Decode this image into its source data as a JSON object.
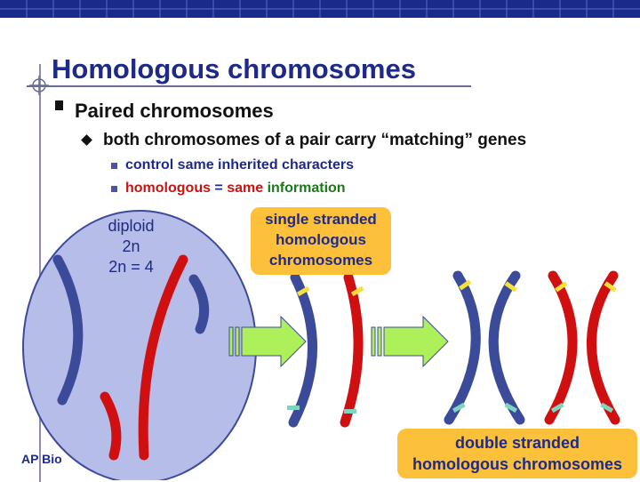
{
  "slide": {
    "title": "Homologous chromosomes",
    "bullet_level1": "Paired chromosomes",
    "bullet_level2": "both chromosomes of a pair carry “matching” genes",
    "bullet_level3a": "control same inherited characters",
    "bullet_level3b": {
      "part1": "homologous",
      "part2": " = ",
      "part3": "same",
      "part4": " information"
    }
  },
  "diagram": {
    "diploid_line1": "diploid",
    "diploid_line2": "2n",
    "diploid_line3": "2n = 4",
    "single_stranded_line1": "single stranded",
    "single_stranded_line2": "homologous",
    "single_stranded_line3": "chromosomes",
    "double_stranded_line1": "double stranded",
    "double_stranded_line2": "homologous chromosomes"
  },
  "footer": {
    "label": "AP Bio"
  },
  "colors": {
    "title": "#1e2a8a",
    "chromosome_blue": "#3c4a9a",
    "chromosome_red": "#d01010",
    "gene_yellow": "#f5e13a",
    "gene_teal": "#7ed3c1",
    "cell_fill": "#b6bde8",
    "arrow_green": "#aef05a",
    "label_box": "#fcc03a"
  }
}
